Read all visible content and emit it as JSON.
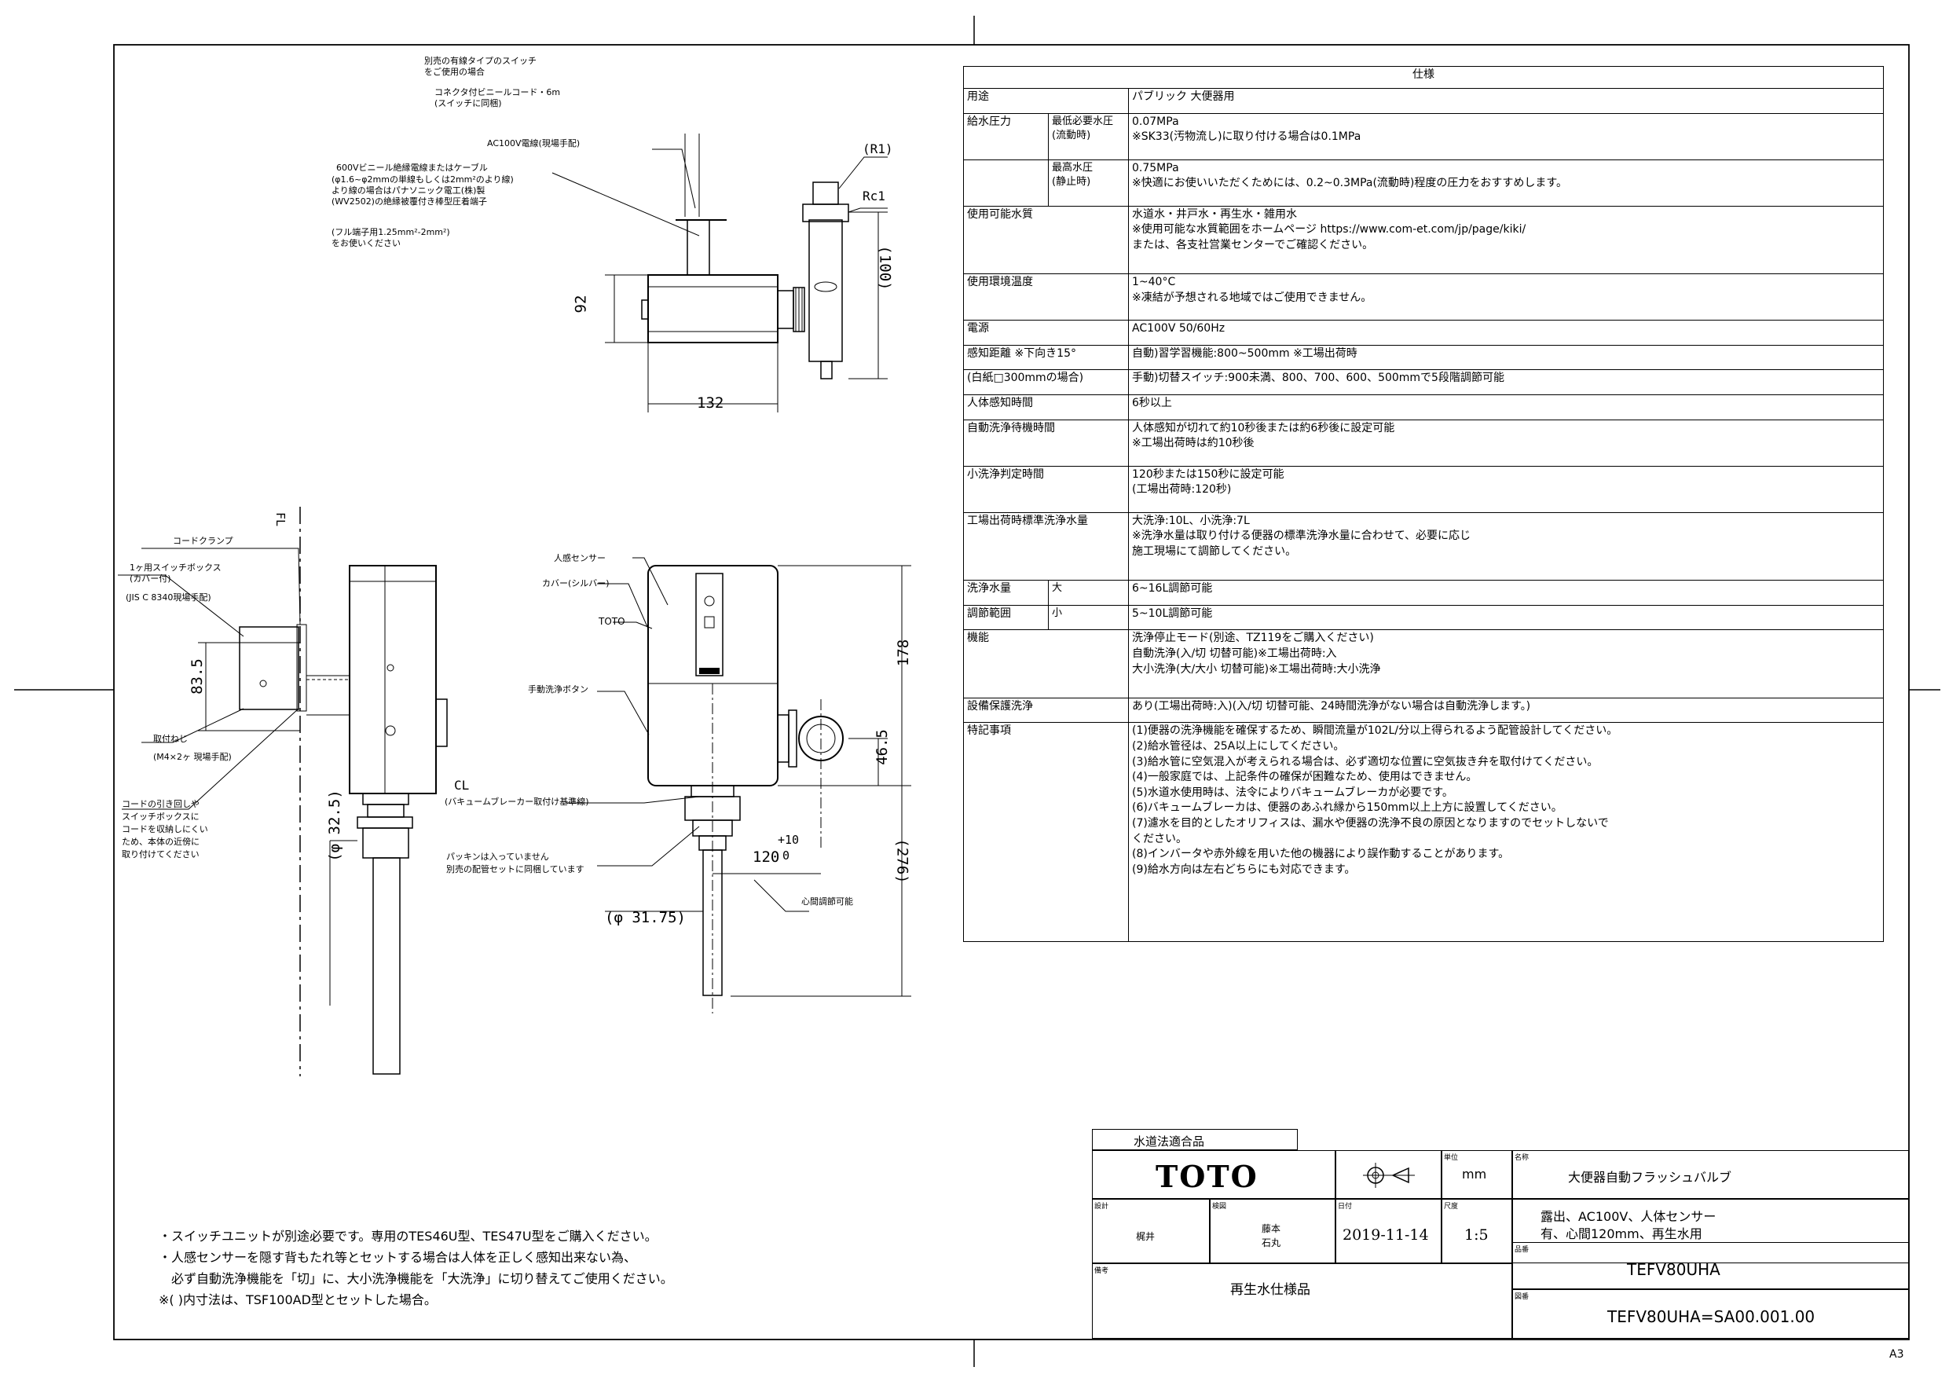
{
  "sheet": {
    "size_label": "A3"
  },
  "top_view": {
    "callouts": {
      "switch_note_1": "別売の有線タイプのスイッチ",
      "switch_note_2": "をご使用の場合",
      "cord_1": "コネクタ付ビニールコード・6m",
      "cord_2": "(スイッチに同梱)",
      "power": "AC100V電線(現場手配)",
      "cable_1": "600Vビニール絶縁電線またはケーブル",
      "cable_2": "(φ1.6~φ2mmの単線もしくは2mm²のより線)",
      "cable_3": "より線の場合はパナソニック電工(株)製",
      "cable_4": "(WV2502)の絶縁被覆付き棒型圧着端子",
      "cable_5": "(フル端子用1.25mm²-2mm²)",
      "cable_6": "をお使いください",
      "r1": "(R1)",
      "rc1": "Rc1"
    },
    "dims": {
      "height": "92",
      "width": "132",
      "pipe": "(100)"
    }
  },
  "side_view": {
    "callouts": {
      "cord_clamp": "コードクランプ",
      "switch_box_1": "1ヶ用スイッチボックス",
      "switch_box_2": "(カバー付)",
      "switch_box_3": "(JIS C 8340現場手配)",
      "screw_1": "取付ねじ",
      "screw_2": "(M4×2ヶ 現場手配)",
      "cord_note_1": "コードの引き回しや",
      "cord_note_2": "スイッチボックスに",
      "cord_note_3": "コードを収納しにくい",
      "cord_note_4": "ため、本体の近傍に",
      "cord_note_5": "取り付けてください",
      "fl": "FL"
    },
    "dims": {
      "height": "83.5",
      "pipe": "(φ 32.5)"
    }
  },
  "front_view": {
    "callouts": {
      "sensor": "人感センサー",
      "cover": "カバー(シルバー)",
      "toto": "TOTO",
      "manual_button": "手動洗浄ボタン",
      "cl": "CL",
      "cl_note": "(バキュームブレーカー取付け基準線)",
      "packing_1": "パッキンは入っていません",
      "packing_2": "別売の配管セットに同梱しています",
      "center_adjust": "心間調節可能"
    },
    "dims": {
      "height": "178",
      "inlet": "46.5",
      "total": "(276)",
      "center": "120",
      "tol_plus": "+10",
      "tol_zero": "0",
      "pipe_dia": "(φ 31.75)"
    }
  },
  "spec": {
    "header": "仕様",
    "rows": [
      {
        "label": "用途",
        "sub": "",
        "lines": [
          "パブリック 大便器用"
        ]
      },
      {
        "label": "給水圧力",
        "sub": "最低必要水圧\n(流動時)",
        "lines": [
          "0.07MPa",
          "※SK33(汚物流し)に取り付ける場合は0.1MPa"
        ]
      },
      {
        "label": "",
        "sub": "最高水圧\n(静止時)",
        "lines": [
          "0.75MPa",
          "※快適にお使いいただくためには、0.2~0.3MPa(流動時)程度の圧力をおすすめします。"
        ]
      },
      {
        "label": "使用可能水質",
        "sub": "",
        "lines": [
          "水道水・井戸水・再生水・雑用水",
          "※使用可能な水質範囲をホームページ https://www.com-et.com/jp/page/kiki/",
          "または、各支社営業センターでご確認ください。"
        ]
      },
      {
        "label": "使用環境温度",
        "sub": "",
        "lines": [
          "1~40°C",
          "※凍結が予想される地域ではご使用できません。"
        ]
      },
      {
        "label": "電源",
        "sub": "",
        "lines": [
          "AC100V 50/60Hz"
        ]
      },
      {
        "label": "感知距離 ※下向き15°",
        "sub": "",
        "lines": [
          "自動)習学習機能:800~500mm ※工場出荷時"
        ]
      },
      {
        "label": "(白紙□300mmの場合)",
        "sub": "",
        "lines": [
          "手動)切替スイッチ:900未満、800、700、600、500mmで5段階調節可能"
        ]
      },
      {
        "label": "人体感知時間",
        "sub": "",
        "lines": [
          "6秒以上"
        ]
      },
      {
        "label": "自動洗浄待機時間",
        "sub": "",
        "lines": [
          "人体感知が切れて約10秒後または約6秒後に設定可能",
          "※工場出荷時は約10秒後"
        ]
      },
      {
        "label": "小洗浄判定時間",
        "sub": "",
        "lines": [
          "120秒または150秒に設定可能",
          "(工場出荷時:120秒)"
        ]
      },
      {
        "label": "工場出荷時標準洗浄水量",
        "sub": "",
        "lines": [
          "大洗浄:10L、小洗浄:7L",
          "※洗浄水量は取り付ける便器の標準洗浄水量に合わせて、必要に応じ",
          "施工現場にて調節してください。"
        ]
      },
      {
        "label": "洗浄水量",
        "sub": "大",
        "lines": [
          "6~16L調節可能"
        ]
      },
      {
        "label": "調節範囲",
        "sub": "小",
        "lines": [
          "5~10L調節可能"
        ]
      },
      {
        "label": "機能",
        "sub": "",
        "lines": [
          "洗浄停止モード(別途、TZ119をご購入ください)",
          "自動洗浄(入/切 切替可能)※工場出荷時:入",
          "大小洗浄(大/大小 切替可能)※工場出荷時:大小洗浄"
        ]
      },
      {
        "label": "設備保護洗浄",
        "sub": "",
        "lines": [
          "あり(工場出荷時:入)(入/切 切替可能、24時間洗浄がない場合は自動洗浄します。)"
        ]
      },
      {
        "label": "特記事項",
        "sub": "",
        "lines": [
          "(1)便器の洗浄機能を確保するため、瞬間流量が102L/分以上得られるよう配管設計してください。",
          "(2)給水管径は、25A以上にしてください。",
          "(3)給水管に空気混入が考えられる場合は、必ず適切な位置に空気抜き弁を取付けてください。",
          "(4)一般家庭では、上記条件の確保が困難なため、使用はできません。",
          "(5)水道水使用時は、法令によりバキュームブレーカが必要です。",
          "(6)バキュームブレーカは、便器のあふれ縁から150mm以上上方に設置してください。",
          "(7)濾水を目的としたオリフィスは、漏水や便器の洗浄不良の原因となりますのでセットしないで",
          "ください。",
          "(8)インバータや赤外線を用いた他の機器により誤作動することがあります。",
          "(9)給水方向は左右どちらにも対応できます。"
        ]
      }
    ]
  },
  "notes": [
    "・スイッチユニットが別途必要です。専用のTES46U型、TES47U型をご購入ください。",
    "・人感センサーを隠す背もたれ等とセットする場合は人体を正しく感知出来ない為、",
    "　必ず自動洗浄機能を「切」に、大小洗浄機能を「大洗浄」に切り替えてご使用ください。",
    "※( )内寸法は、TSF100AD型とセットした場合。"
  ],
  "title_block": {
    "cert": "水道法適合品",
    "logo": "TOTO",
    "unit_label": "単位",
    "unit": "mm",
    "design_label": "設計",
    "design_value": "梶井",
    "check_label": "検図",
    "check_value_1": "藤本",
    "check_value_2": "石丸",
    "date_label": "日付",
    "date": "2019-11-14",
    "scale_label": "尺度",
    "scale": "1:5",
    "name_label": "名称",
    "name_1": "大便器自動フラッシュバルブ",
    "name_2": "露出、AC100V、人体センサー",
    "name_3": "有、心間120mm、再生水用",
    "model_label": "品番",
    "model": "TEFV80UHA",
    "remark_label": "備考",
    "remark": "再生水仕様品",
    "drawing_label": "図番",
    "drawing_no": "TEFV80UHA=SA00.001.00"
  }
}
